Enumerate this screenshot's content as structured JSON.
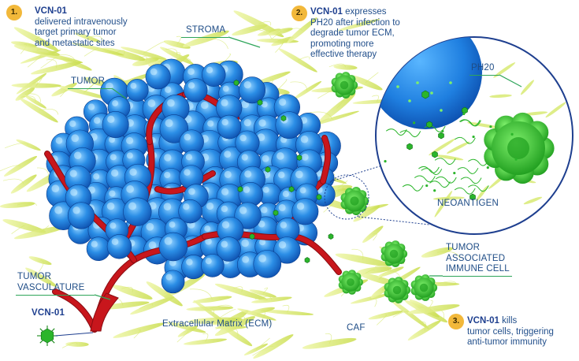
{
  "steps": [
    {
      "number": "1.",
      "title": "VCN-01",
      "lines": [
        "delivered intravenously",
        "target primary tumor",
        "and metastatic sites"
      ]
    },
    {
      "number": "2.",
      "title": "VCN-01",
      "title_suffix": " expresses",
      "lines": [
        "PH20 after infection to",
        "degrade tumor ECM,",
        "promoting more",
        "effective therapy"
      ]
    },
    {
      "number": "3.",
      "title": "VCN-01",
      "title_suffix": " kills",
      "lines": [
        "tumor cells, triggering",
        "anti-tumor immunity"
      ]
    }
  ],
  "labels": {
    "stroma": "STROMA",
    "tumor": "TUMOR",
    "tumor_vasculature": [
      "TUMOR",
      "VASCULATURE"
    ],
    "vcn01": "VCN-01",
    "ecm": "Extracellular Matrix (ECM)",
    "caf": "CAF",
    "tumor_immune_cell": [
      "TUMOR",
      "ASSOCIATED",
      "IMMUNE CELL"
    ],
    "ph20": "PH20",
    "neoantigen": "NEOANTIGEN"
  },
  "colors": {
    "tumor_cell": "#1f86e0",
    "vasculature": "#c8161c",
    "immune_cell": "#2bb52b",
    "stroma_fiber": "#d6e86a",
    "label_text": "#1e4c86",
    "label_line": "#2fa55a",
    "badge": "#f2b83a"
  }
}
